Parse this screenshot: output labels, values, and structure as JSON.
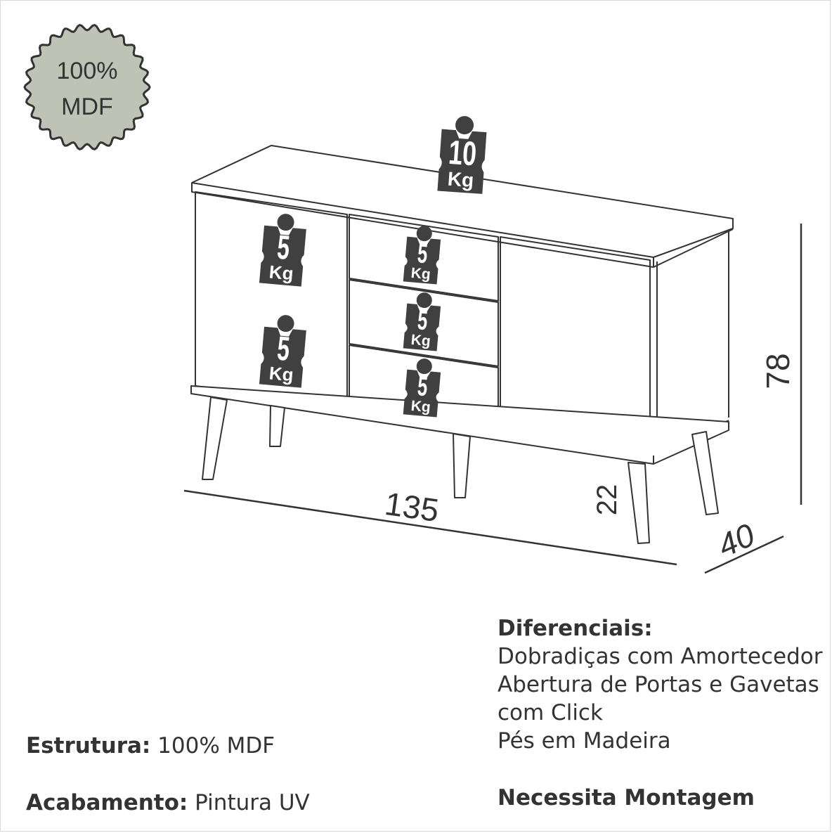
{
  "seal": {
    "line1": "100%",
    "line2": "MDF",
    "fill": "#bfc3b6",
    "stroke": "#333333"
  },
  "weights": {
    "top": {
      "value": "10",
      "unit": "Kg"
    },
    "door_upper": {
      "value": "5",
      "unit": "Kg"
    },
    "door_lower": {
      "value": "5",
      "unit": "Kg"
    },
    "drawer_1": {
      "value": "5",
      "unit": "Kg"
    },
    "drawer_2": {
      "value": "5",
      "unit": "Kg"
    },
    "drawer_3": {
      "value": "5",
      "unit": "Kg"
    }
  },
  "dimensions": {
    "width": "135",
    "height": "78",
    "depth": "40",
    "leg_height": "22"
  },
  "specs": {
    "estrutura_label": "Estrutura:",
    "estrutura_value": "100% MDF",
    "acabamento_label": "Acabamento:",
    "acabamento_value": "Pintura UV"
  },
  "diferenciais": {
    "title": "Diferenciais:",
    "items": [
      "Dobradiças com Amortecedor",
      "Abertura de Portas e Gavetas",
      "com Click",
      "Pés em Madeira"
    ],
    "note": "Necessita Montagem"
  },
  "colors": {
    "line": "#333333",
    "weight_fill": "#404040",
    "text": "#333333"
  }
}
